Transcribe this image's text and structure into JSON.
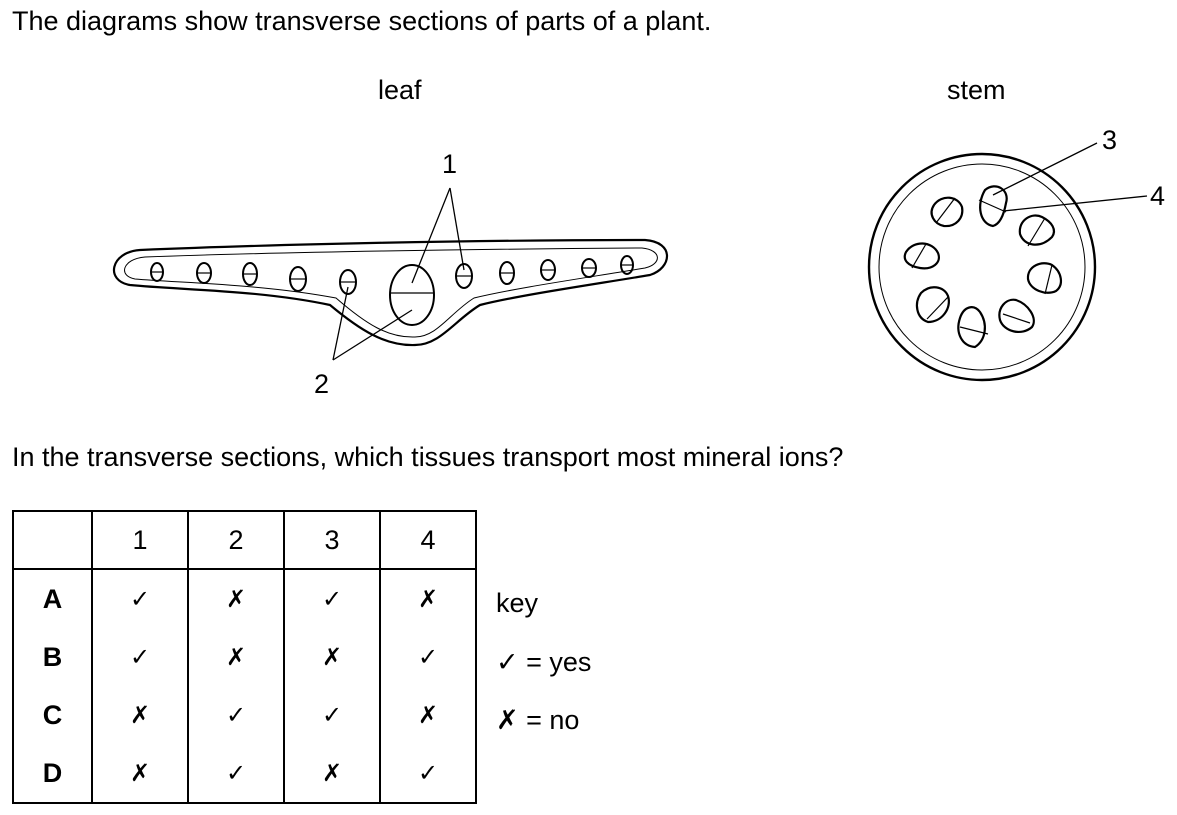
{
  "intro": "The diagrams show transverse sections of parts of a plant.",
  "diagrams": {
    "leaf": {
      "title": "leaf",
      "labels": [
        "1",
        "2"
      ]
    },
    "stem": {
      "title": "stem",
      "labels": [
        "3",
        "4"
      ]
    }
  },
  "question": "In the transverse sections, which tissues transport most mineral ions?",
  "table": {
    "columns": [
      "1",
      "2",
      "3",
      "4"
    ],
    "rows": [
      {
        "option": "A",
        "marks": [
          "✓",
          "✗",
          "✓",
          "✗"
        ]
      },
      {
        "option": "B",
        "marks": [
          "✓",
          "✗",
          "✗",
          "✓"
        ]
      },
      {
        "option": "C",
        "marks": [
          "✗",
          "✓",
          "✓",
          "✗"
        ]
      },
      {
        "option": "D",
        "marks": [
          "✗",
          "✓",
          "✗",
          "✓"
        ]
      }
    ]
  },
  "key": {
    "title": "key",
    "yes": "✓ = yes",
    "no": "✗ = no"
  }
}
